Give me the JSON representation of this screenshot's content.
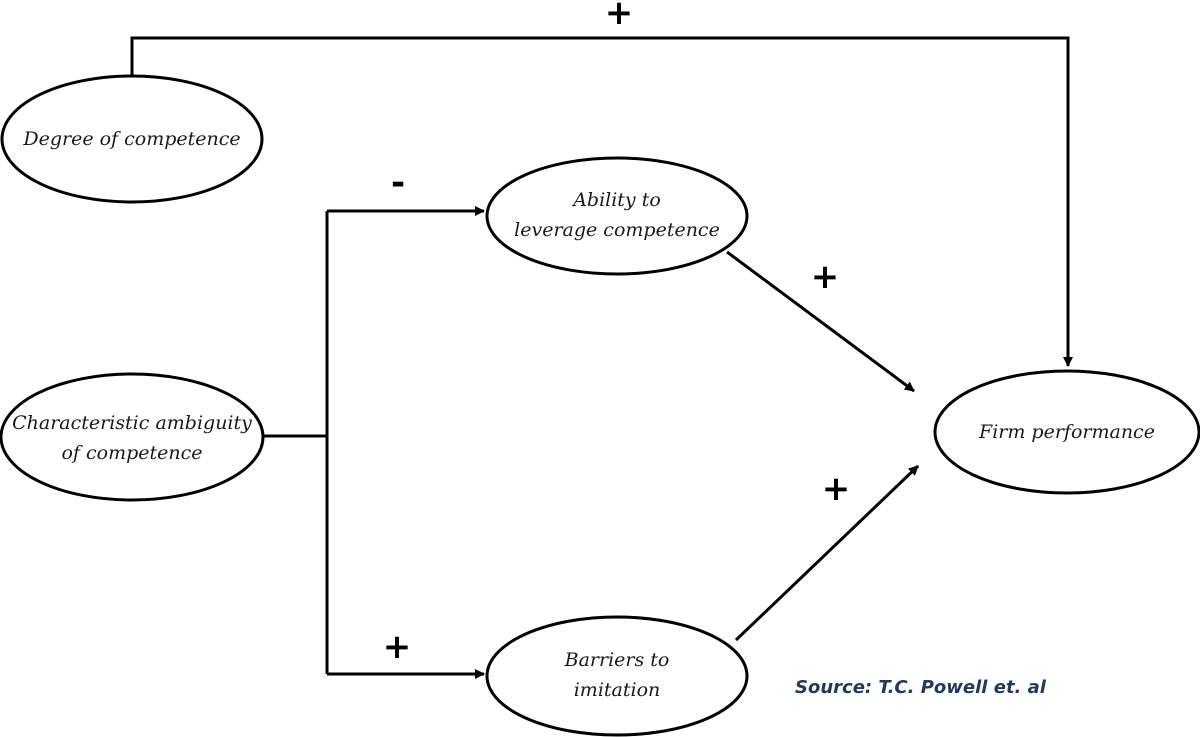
{
  "nodes": {
    "degree_of_competence": "Degree of competence",
    "ability_line1": "Ability to",
    "ability_line2": "leverage competence",
    "ambiguity_line1": "Characteristic ambiguity",
    "ambiguity_line2": "of competence",
    "barriers_line1": "Barriers to",
    "barriers_line2": "imitation",
    "firm_performance": "Firm performance"
  },
  "relationships": {
    "degree_to_performance": "+",
    "ambiguity_to_ability": "-",
    "ambiguity_to_barriers": "+",
    "ability_to_performance": "+",
    "barriers_to_performance": "+"
  },
  "source": {
    "text": "Source: T.C. Powell et. al",
    "color": "#1f3a5f"
  }
}
